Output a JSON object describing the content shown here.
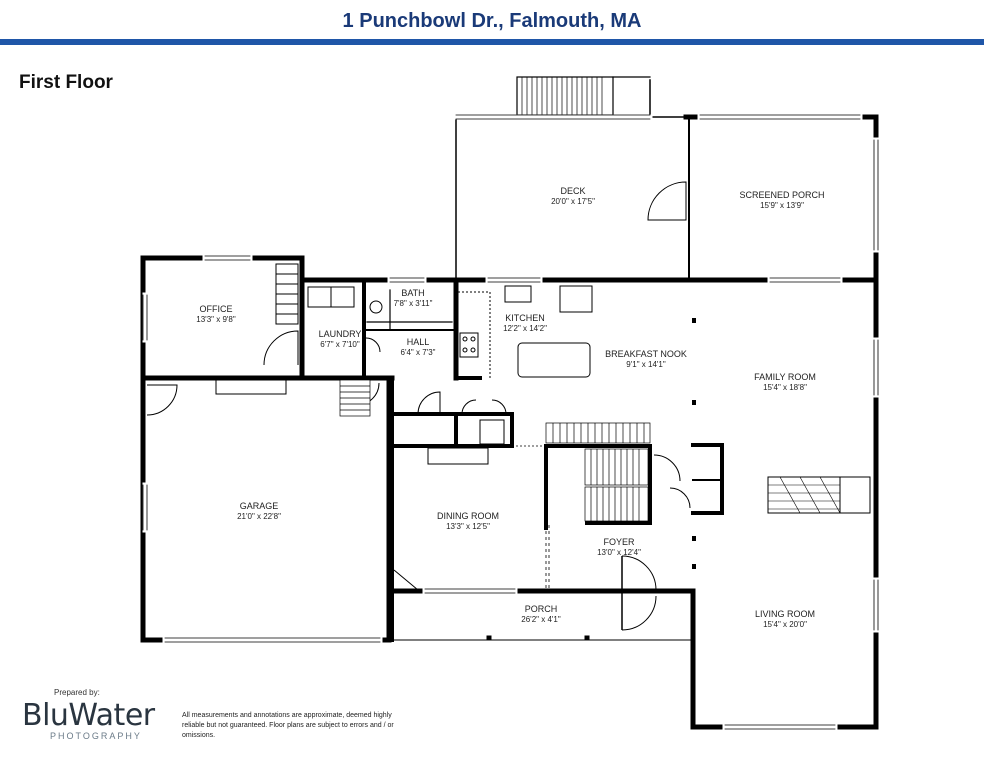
{
  "header": {
    "title": "1 Punchbowl Dr., Falmouth, MA",
    "rule_color": "#1f56a8"
  },
  "floor_label": "First Floor",
  "rooms": {
    "deck": {
      "name": "DECK",
      "dims": "20'0\" x 17'5\""
    },
    "screened_porch": {
      "name": "SCREENED PORCH",
      "dims": "15'9\" x 13'9\""
    },
    "office": {
      "name": "OFFICE",
      "dims": "13'3\" x 9'8\""
    },
    "bath": {
      "name": "BATH",
      "dims": "7'8\" x 3'11\""
    },
    "laundry": {
      "name": "LAUNDRY",
      "dims": "6'7\" x 7'10\""
    },
    "hall": {
      "name": "HALL",
      "dims": "6'4\" x 7'3\""
    },
    "kitchen": {
      "name": "KITCHEN",
      "dims": "12'2\" x 14'2\""
    },
    "breakfast_nook": {
      "name": "BREAKFAST NOOK",
      "dims": "9'1\" x 14'1\""
    },
    "family_room": {
      "name": "FAMILY ROOM",
      "dims": "15'4\" x 18'8\""
    },
    "garage": {
      "name": "GARAGE",
      "dims": "21'0\" x 22'8\""
    },
    "dining_room": {
      "name": "DINING ROOM",
      "dims": "13'3\" x 12'5\""
    },
    "foyer": {
      "name": "FOYER",
      "dims": "13'0\" x 12'4\""
    },
    "porch": {
      "name": "PORCH",
      "dims": "26'2\" x 4'1\""
    },
    "living_room": {
      "name": "LIVING ROOM",
      "dims": "15'4\" x 20'0\""
    }
  },
  "footer": {
    "prepared_by": "Prepared by:",
    "brand": "BluWater",
    "brand_sub": "PHOTOGRAPHY",
    "disclaimer": "All measurements and annotations are approximate, deemed highly reliable but not guaranteed. Floor plans are subject to errors and / or omissions."
  }
}
